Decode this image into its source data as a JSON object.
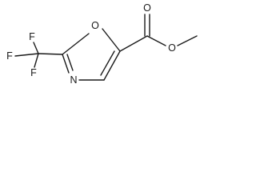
{
  "molecule": {
    "atoms": {
      "F1": "F",
      "F2": "F",
      "F3": "F",
      "O_ring": "O",
      "N_ring": "N",
      "O_carbonyl": "O",
      "O_ester": "O"
    }
  }
}
